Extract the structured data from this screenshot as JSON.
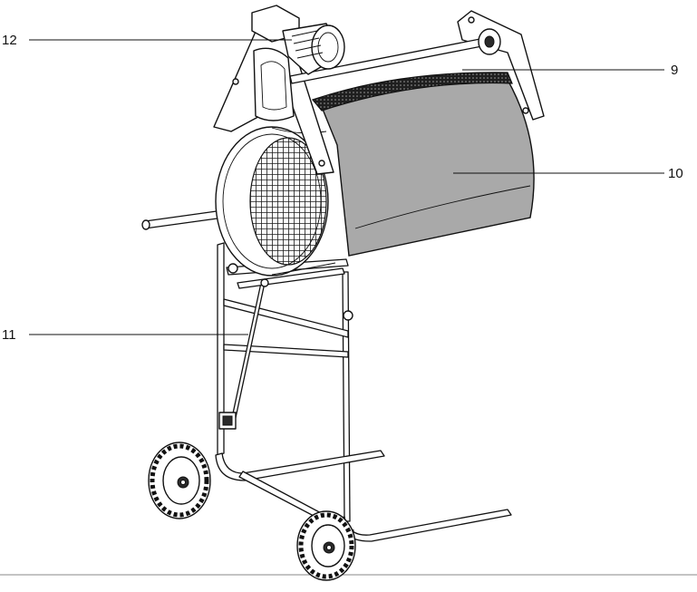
{
  "figure": {
    "callouts": [
      {
        "id": "12",
        "label": "12"
      },
      {
        "id": "9",
        "label": "9"
      },
      {
        "id": "10",
        "label": "10"
      },
      {
        "id": "11",
        "label": "11"
      }
    ]
  },
  "colors": {
    "drum_cover": "#a9a9a9",
    "mesh": "#2b2b2b",
    "line": "#111111",
    "background": "#ffffff"
  }
}
